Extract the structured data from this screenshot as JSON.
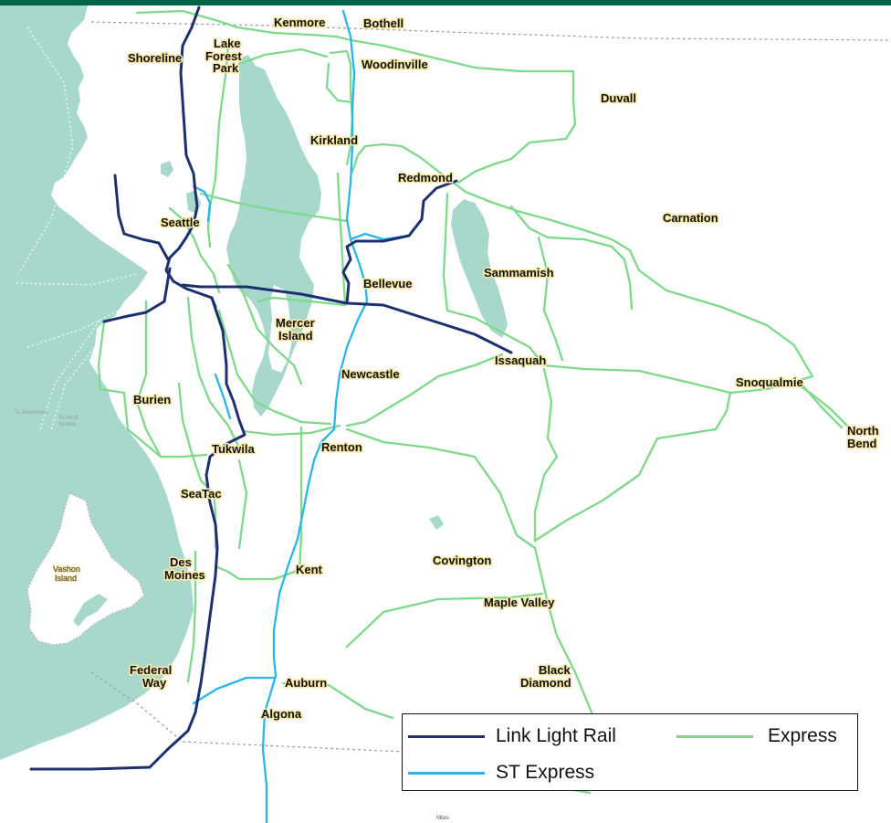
{
  "colors": {
    "topbar": "#006446",
    "water": "#a8d8cc",
    "link": "#1c2f6e",
    "st_express": "#29b6e8",
    "express": "#7ed98a",
    "label_halo": "#f7e7a6"
  },
  "places": {
    "kenmore": "Kenmore",
    "bothell": "Bothell",
    "shoreline": "Shoreline",
    "lake_forest_park": [
      "Lake",
      "Forest",
      "Park"
    ],
    "woodinville": "Woodinville",
    "duvall": "Duvall",
    "kirkland": "Kirkland",
    "redmond": "Redmond",
    "carnation": "Carnation",
    "seattle": "Seattle",
    "sammamish": "Sammamish",
    "bellevue": "Bellevue",
    "mercer_island": [
      "Mercer",
      "Island"
    ],
    "issaquah": "Issaquah",
    "snoqualmie": "Snoqualmie",
    "newcastle": "Newcastle",
    "north_bend": [
      "North",
      "Bend"
    ],
    "burien": "Burien",
    "tukwila": "Tukwila",
    "renton": "Renton",
    "seatac": "SeaTac",
    "des_moines": [
      "Des",
      "Moines"
    ],
    "kent": "Kent",
    "covington": "Covington",
    "maple_valley": "Maple Valley",
    "vashon_island": [
      "Vashon",
      "Island"
    ],
    "black_diamond": [
      "Black",
      "Diamond"
    ],
    "federal_way": [
      "Federal",
      "Way"
    ],
    "auburn": "Auburn",
    "algona": "Algona"
  },
  "ferry_notes": {
    "to_downtown": "To Downtown",
    "to_west_seattle": [
      "To West",
      "Seattle"
    ]
  },
  "miles": "Miles",
  "legend": {
    "link_light_rail": "Link Light Rail",
    "express": "Express",
    "st_express": "ST Express"
  }
}
